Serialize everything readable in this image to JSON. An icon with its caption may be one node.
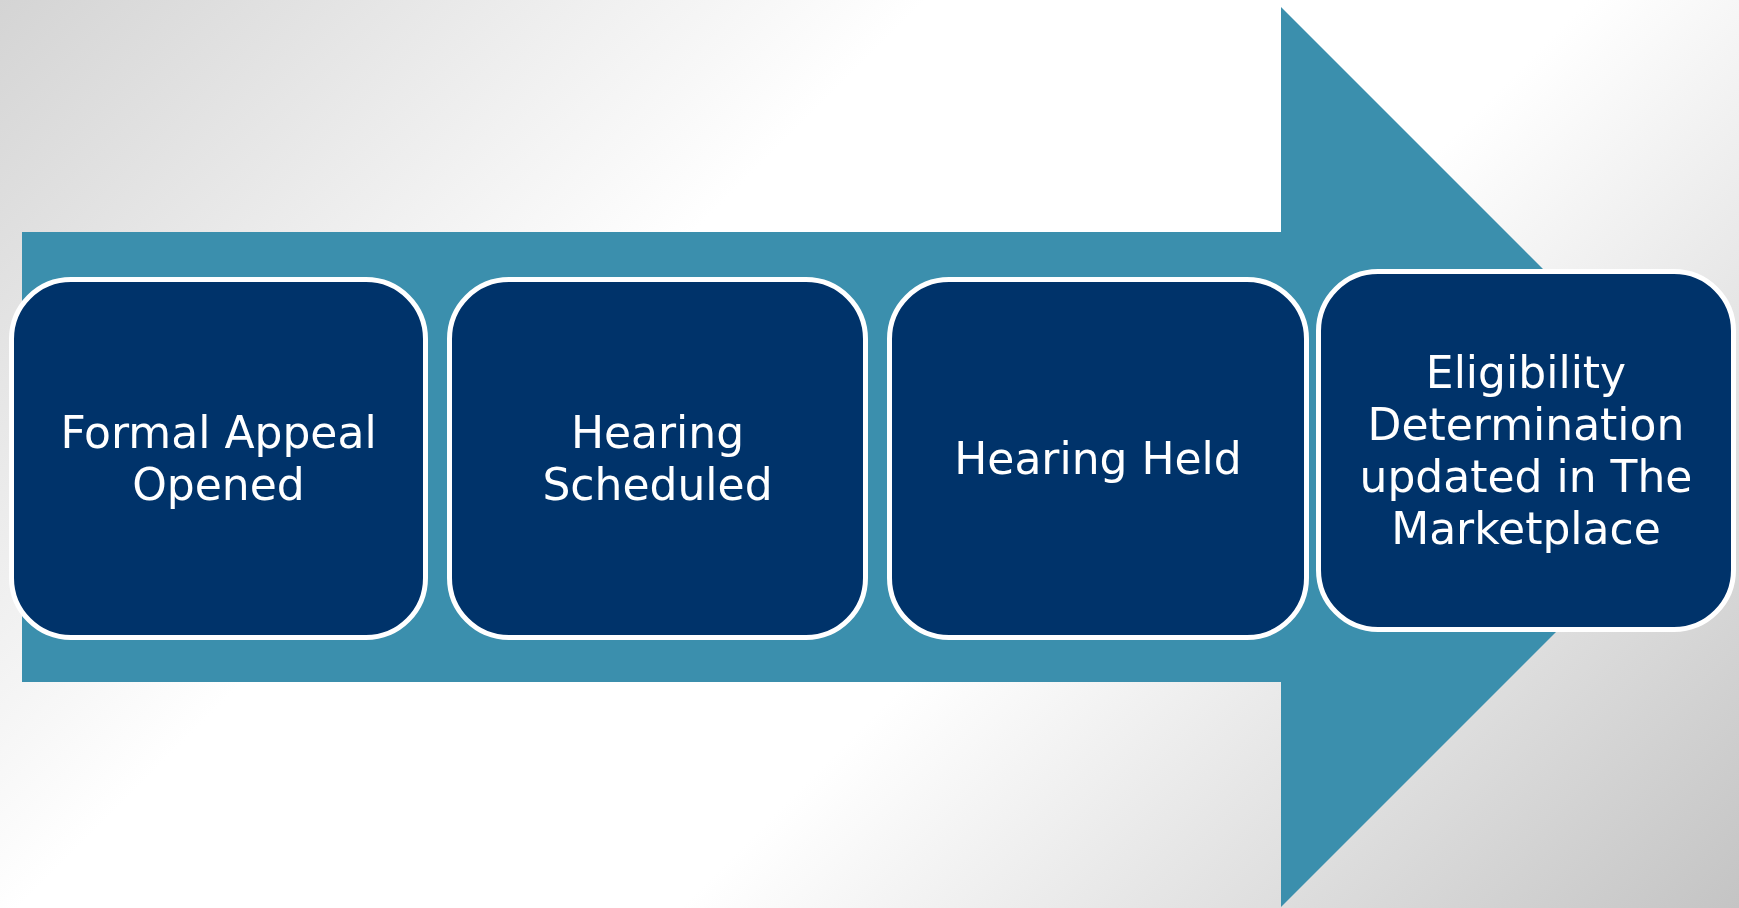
{
  "diagram": {
    "nodes": [
      {
        "text": [
          "Formal Appeal Opened"
        ]
      },
      {
        "text": [
          "Hearing Scheduled"
        ]
      },
      {
        "text": [
          "Hearing Held"
        ]
      },
      {
        "text": [
          "Eligibility Determination updated in The Marketplace"
        ]
      }
    ],
    "edges": [
      {
        "from": 0,
        "to": 3,
        "arrow": "to"
      }
    ]
  }
}
